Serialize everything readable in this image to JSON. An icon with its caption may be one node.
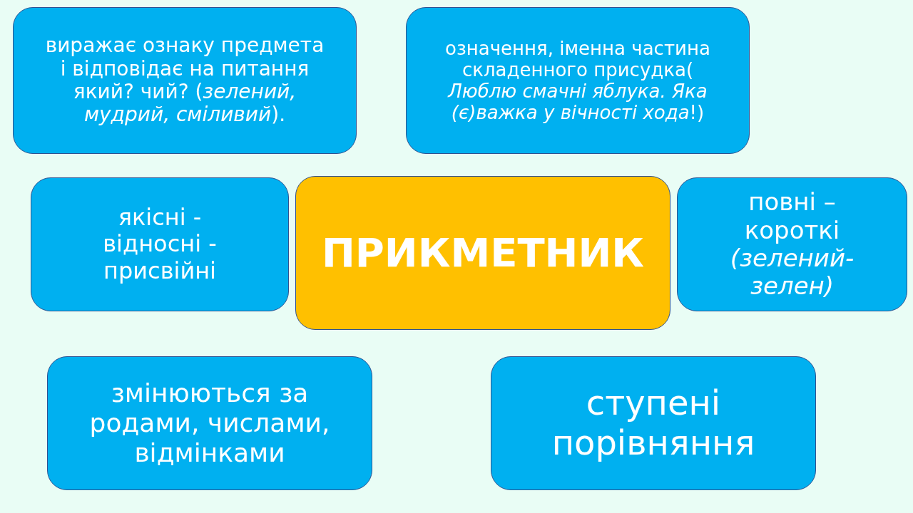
{
  "diagram": {
    "nodes": [
      {
        "text": [
          "виражає ознаку предмета і відповідає на питання який? чий? (*зелений, мудрий, сміливий*)."
        ]
      },
      {
        "text": [
          "означення, іменна частина складенного присудка( *Люблю смачні яблука. Яка (є)важка у вічності хода*!)"
        ]
      },
      {
        "text": [
          "якісні - відносні - присвійні"
        ]
      },
      {
        "text": [
          "ПРИКМЕТНИК"
        ]
      },
      {
        "text": [
          "повні – короткі *(зелений-зелен)*"
        ]
      },
      {
        "text": [
          "змінюються за родами, числами, відмінками"
        ]
      },
      {
        "text": [
          "ступені порівняння"
        ]
      }
    ]
  }
}
